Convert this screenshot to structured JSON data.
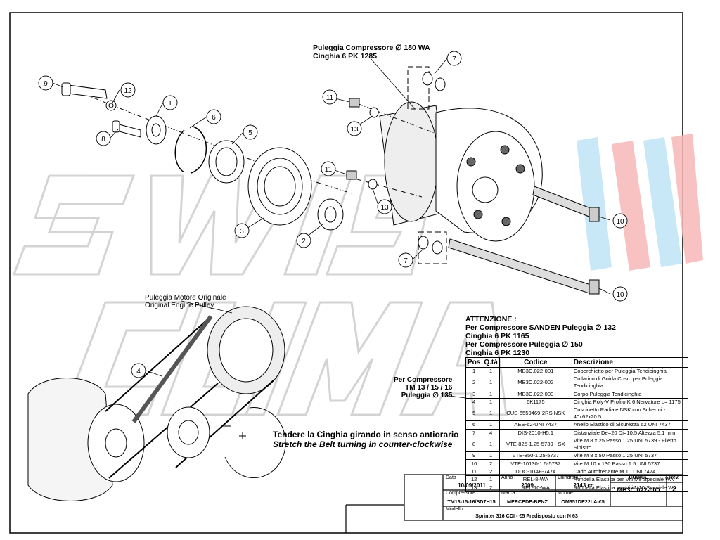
{
  "labels": {
    "compressor_pulley": [
      "Puleggia Compressore ∅ 180 WA",
      "Cinghia 6 PK 1285"
    ],
    "engine_pulley": [
      "Puleggia Motore Originale",
      "Original Engine Pulley"
    ],
    "attention": [
      "ATTENZIONE :",
      "Per Compressore SANDEN Puleggia ∅ 132",
      "Cinghia 6 PK 1165",
      "Per Compressore Puleggia ∅ 150",
      "Cinghia 6 PK 1230"
    ],
    "compressor_tm": [
      "Per Compressore",
      "TM 13 / 15 / 16",
      "Puleggia ∅ 135"
    ],
    "tension_it": "Tendere la Cinghia girando in senso antiorario",
    "tension_en": "Stretch the Belt turning in counter-clockwise"
  },
  "balloons": [
    "1",
    "2",
    "3",
    "4",
    "5",
    "6",
    "7",
    "7",
    "8",
    "9",
    "10",
    "10",
    "11",
    "11",
    "12",
    "13",
    "13"
  ],
  "parts_table": {
    "headers": [
      "Pos",
      "Q.tà",
      "Codice",
      "Descrizione"
    ],
    "rows": [
      [
        "1",
        "1",
        "MB3C.022-001",
        "Coperchietto per Puleggia Tendicinghia"
      ],
      [
        "2",
        "1",
        "MB3C.022-002",
        "Collarino di Guida Cusc. per Puleggia Tendicinghia"
      ],
      [
        "3",
        "1",
        "MB3C.022-003",
        "Corpo Puleggia Tendicinghia"
      ],
      [
        "4",
        "1",
        "6K1175",
        "Cinghia Poly-V Profilo K 6 Nervature L= 1175"
      ],
      [
        "5",
        "1",
        "CUS-6559469-2RS NSK",
        "Cuscinetto Radiale NSK con Schermi - 40x62x20.5"
      ],
      [
        "6",
        "1",
        "AES-62-UNI 7437",
        "Anello Elastico di Sicurezza 62 UNI 7437"
      ],
      [
        "7",
        "4",
        "DIS-2010-H5.1",
        "Distanziale De=20 Di=10.5 Altezza 5.1 mm"
      ],
      [
        "8",
        "1",
        "VTE-825-1.25-5739 - SX",
        "Vite M 8 x 25 Passo 1.25 UNI 5739 - Filetto Sinistro"
      ],
      [
        "9",
        "1",
        "VTE-850-1.25-5737",
        "Vite M 8 x 50 Passo 1.25 UNI 5737"
      ],
      [
        "10",
        "2",
        "VTE-10130-1.5-5737",
        "Vite M 10 x 130 Passo 1.5 UNI 5737"
      ],
      [
        "11",
        "2",
        "DDO-10AF-7474",
        "Dado Autofrenante M 10 UNI 7474"
      ],
      [
        "12",
        "1",
        "REL-8-WA",
        "Rondella Elastica per Viti M8 Speciale WA"
      ],
      [
        "13",
        "2",
        "REL-10-WA",
        "Rondella Elastica per Viti M10 Speciale WA"
      ]
    ]
  },
  "title_block": {
    "data_label": "Data :",
    "data": "10/09/2011",
    "anno_label": "Anno :",
    "anno": "2009",
    "cilindrata_label": "Cilindrata :",
    "cilindrata": "2143 cc",
    "codice_label": "CODICE",
    "codice": "MB3C.022-000",
    "rev_label": "Rev.",
    "rev": "2",
    "compressore_label": "Compressore :",
    "compressore": "TM13-15-16/SD7H15",
    "marca_label": "Marca :",
    "marca": "MERCEDE-BENZ",
    "motore_label": "Motore :",
    "motore": "OM651DE22LA-€5",
    "modello_label": "Modello :",
    "modello": "Sprinter 316 CDI - €5 Predisposto con N 63"
  },
  "watermark": {
    "text": "SWISS CLIMA",
    "colors": {
      "outline": "#cfcfcf",
      "red": "#f4a3a3",
      "blue": "#a9d9f2"
    }
  }
}
